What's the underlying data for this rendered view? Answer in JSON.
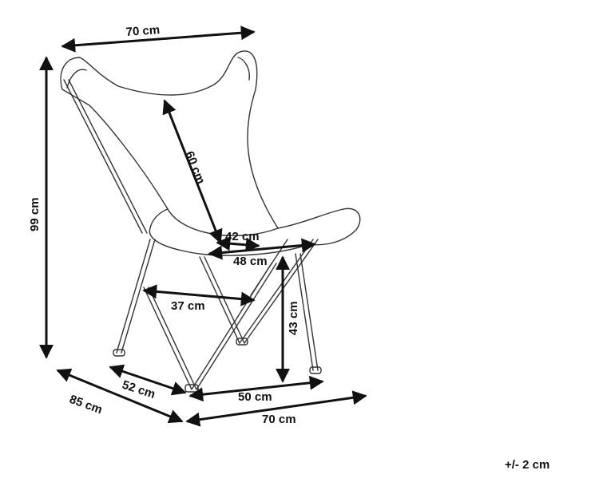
{
  "colors": {
    "line": "#111111",
    "outline": "#333333",
    "background": "#ffffff"
  },
  "dimensions": {
    "top_width": "70 cm",
    "height": "99 cm",
    "backrest": "60 cm",
    "seat_inner_width": "42 cm",
    "seat_outer_width": "48 cm",
    "frame_span": "37 cm",
    "seat_height": "43 cm",
    "side_depth": "52 cm",
    "front_width": "50 cm",
    "total_depth": "85 cm",
    "total_width": "70 cm"
  },
  "tolerance": "+/- 2 cm"
}
